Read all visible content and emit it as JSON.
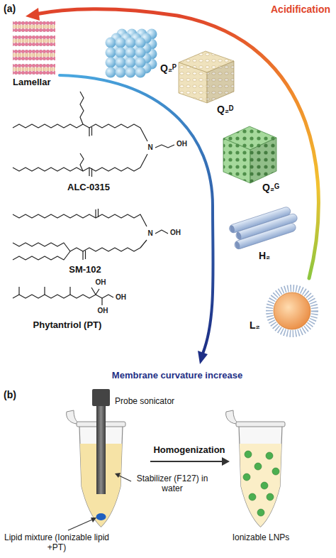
{
  "diagram": {
    "labels": [
      "(a)",
      "Acidification",
      "Lamellar",
      "Q₂ᴾ",
      "Q₂ᴰ",
      "Q₂ᴳ",
      "H₂",
      "L₂",
      "N",
      "OH",
      "ALC-0315",
      "N",
      "OH",
      "SM-102",
      "OH",
      "OH",
      "OH",
      "Phytantriol (PT)",
      "Membrane curvature increase",
      "(b)",
      "Probe sonicator",
      "Homogenization",
      "Stabilizer (F127) in water",
      "Lipid mixture (Ionizable lipid +PT)",
      "Ionizable LNPs"
    ]
  }
}
